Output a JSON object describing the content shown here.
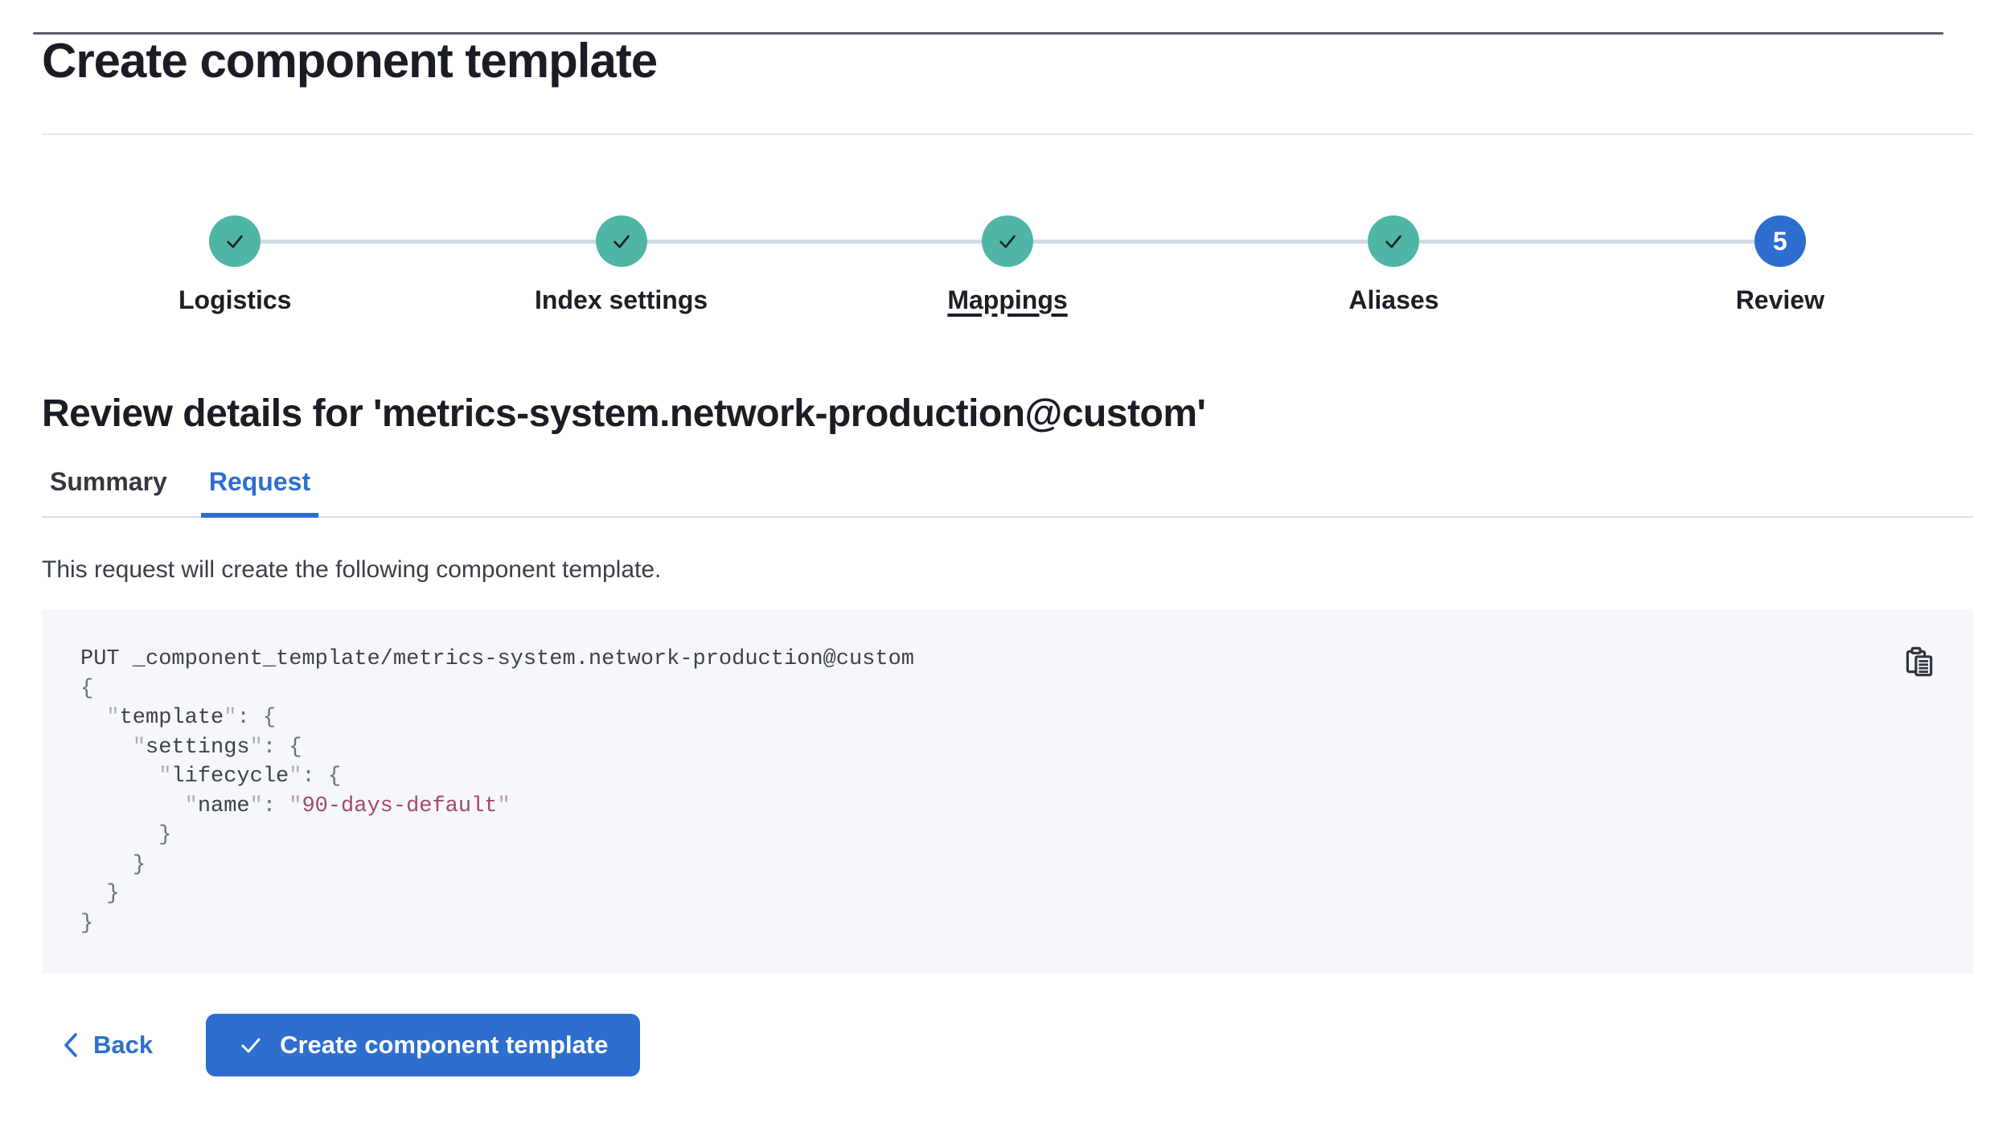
{
  "page": {
    "title": "Create component template"
  },
  "stepper": {
    "steps": [
      {
        "label": "Logistics",
        "status": "complete",
        "hovered": false
      },
      {
        "label": "Index settings",
        "status": "complete",
        "hovered": false
      },
      {
        "label": "Mappings",
        "status": "complete",
        "hovered": true
      },
      {
        "label": "Aliases",
        "status": "complete",
        "hovered": false
      },
      {
        "label": "Review",
        "status": "current",
        "number": "5",
        "hovered": false
      }
    ]
  },
  "review": {
    "heading": "Review details for 'metrics-system.network-production@custom'",
    "tabs": [
      {
        "label": "Summary",
        "active": false
      },
      {
        "label": "Request",
        "active": true
      }
    ],
    "description": "This request will create the following component template."
  },
  "code": {
    "copy_icon": "copy-clipboard-icon",
    "lines": [
      [
        [
          "plain",
          "PUT _component_template/metrics-system.network-production@custom"
        ]
      ],
      [
        [
          "punct",
          "{"
        ]
      ],
      [
        [
          "plain",
          "  "
        ],
        [
          "q",
          "\""
        ],
        [
          "key",
          "template"
        ],
        [
          "q",
          "\""
        ],
        [
          "colon",
          ": "
        ],
        [
          "punct",
          "{"
        ]
      ],
      [
        [
          "plain",
          "    "
        ],
        [
          "q",
          "\""
        ],
        [
          "key",
          "settings"
        ],
        [
          "q",
          "\""
        ],
        [
          "colon",
          ": "
        ],
        [
          "punct",
          "{"
        ]
      ],
      [
        [
          "plain",
          "      "
        ],
        [
          "q",
          "\""
        ],
        [
          "key",
          "lifecycle"
        ],
        [
          "q",
          "\""
        ],
        [
          "colon",
          ": "
        ],
        [
          "punct",
          "{"
        ]
      ],
      [
        [
          "plain",
          "        "
        ],
        [
          "q",
          "\""
        ],
        [
          "key",
          "name"
        ],
        [
          "q",
          "\""
        ],
        [
          "colon",
          ": "
        ],
        [
          "sq",
          "\""
        ],
        [
          "str",
          "90-days-default"
        ],
        [
          "sq",
          "\""
        ]
      ],
      [
        [
          "plain",
          "      "
        ],
        [
          "punct",
          "}"
        ]
      ],
      [
        [
          "plain",
          "    "
        ],
        [
          "punct",
          "}"
        ]
      ],
      [
        [
          "plain",
          "  "
        ],
        [
          "punct",
          "}"
        ]
      ],
      [
        [
          "punct",
          "}"
        ]
      ]
    ]
  },
  "footer": {
    "back_label": "Back",
    "submit_label": "Create component template"
  },
  "colors": {
    "primary_blue": "#2d6ecf",
    "step_complete_teal": "#4fb5a5",
    "connector_gray": "#d3dae6",
    "code_background": "#f5f7fa",
    "code_string": "#a34a68",
    "text_dark": "#1a1d26"
  }
}
